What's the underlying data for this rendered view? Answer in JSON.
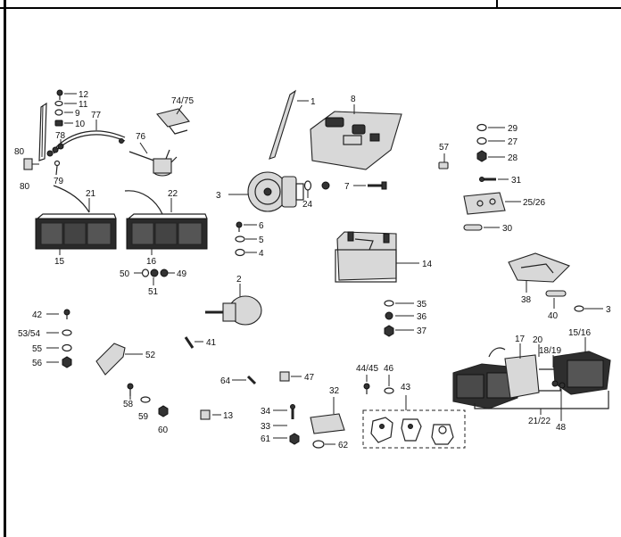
{
  "diagram": {
    "callouts": [
      {
        "id": "c12",
        "text": "12"
      },
      {
        "id": "c11",
        "text": "11"
      },
      {
        "id": "c9",
        "text": "9"
      },
      {
        "id": "c10",
        "text": "10"
      },
      {
        "id": "c7475",
        "text": "74/75"
      },
      {
        "id": "c77",
        "text": "77"
      },
      {
        "id": "c78",
        "text": "78"
      },
      {
        "id": "c76",
        "text": "76"
      },
      {
        "id": "c80a",
        "text": "80"
      },
      {
        "id": "c80b",
        "text": "80"
      },
      {
        "id": "c79",
        "text": "79"
      },
      {
        "id": "c1",
        "text": "1"
      },
      {
        "id": "c8",
        "text": "8"
      },
      {
        "id": "c29",
        "text": "29"
      },
      {
        "id": "c27",
        "text": "27"
      },
      {
        "id": "c28",
        "text": "28"
      },
      {
        "id": "c57",
        "text": "57"
      },
      {
        "id": "c31",
        "text": "31"
      },
      {
        "id": "c2526",
        "text": "25/26"
      },
      {
        "id": "c30",
        "text": "30"
      },
      {
        "id": "c3",
        "text": "3"
      },
      {
        "id": "c24",
        "text": "24"
      },
      {
        "id": "c7",
        "text": "7"
      },
      {
        "id": "c21",
        "text": "21"
      },
      {
        "id": "c22",
        "text": "22"
      },
      {
        "id": "c6",
        "text": "6"
      },
      {
        "id": "c5",
        "text": "5"
      },
      {
        "id": "c4",
        "text": "4"
      },
      {
        "id": "c14",
        "text": "14"
      },
      {
        "id": "c15",
        "text": "15"
      },
      {
        "id": "c16",
        "text": "16"
      },
      {
        "id": "c50",
        "text": "50"
      },
      {
        "id": "c49",
        "text": "49"
      },
      {
        "id": "c51",
        "text": "51"
      },
      {
        "id": "c2",
        "text": "2"
      },
      {
        "id": "c38",
        "text": "38"
      },
      {
        "id": "c40",
        "text": "40"
      },
      {
        "id": "c39",
        "text": "3"
      },
      {
        "id": "c35",
        "text": "35"
      },
      {
        "id": "c36",
        "text": "36"
      },
      {
        "id": "c37",
        "text": "37"
      },
      {
        "id": "c42",
        "text": "42"
      },
      {
        "id": "c5354",
        "text": "53/54"
      },
      {
        "id": "c55",
        "text": "55"
      },
      {
        "id": "c56",
        "text": "56"
      },
      {
        "id": "c41",
        "text": "41"
      },
      {
        "id": "c52",
        "text": "52"
      },
      {
        "id": "c17",
        "text": "17"
      },
      {
        "id": "c20",
        "text": "20"
      },
      {
        "id": "c1819",
        "text": "18/19"
      },
      {
        "id": "c1516",
        "text": "15/16"
      },
      {
        "id": "c4445",
        "text": "44/45"
      },
      {
        "id": "c46",
        "text": "46"
      },
      {
        "id": "c64",
        "text": "64"
      },
      {
        "id": "c47",
        "text": "47"
      },
      {
        "id": "c43",
        "text": "43"
      },
      {
        "id": "c58",
        "text": "58"
      },
      {
        "id": "c59",
        "text": "59"
      },
      {
        "id": "c60",
        "text": "60"
      },
      {
        "id": "c13",
        "text": "13"
      },
      {
        "id": "c32",
        "text": "32"
      },
      {
        "id": "c34",
        "text": "34"
      },
      {
        "id": "c33",
        "text": "33"
      },
      {
        "id": "c61",
        "text": "61"
      },
      {
        "id": "c62",
        "text": "62"
      },
      {
        "id": "c2122",
        "text": "21/22"
      },
      {
        "id": "c48",
        "text": "48"
      }
    ]
  }
}
